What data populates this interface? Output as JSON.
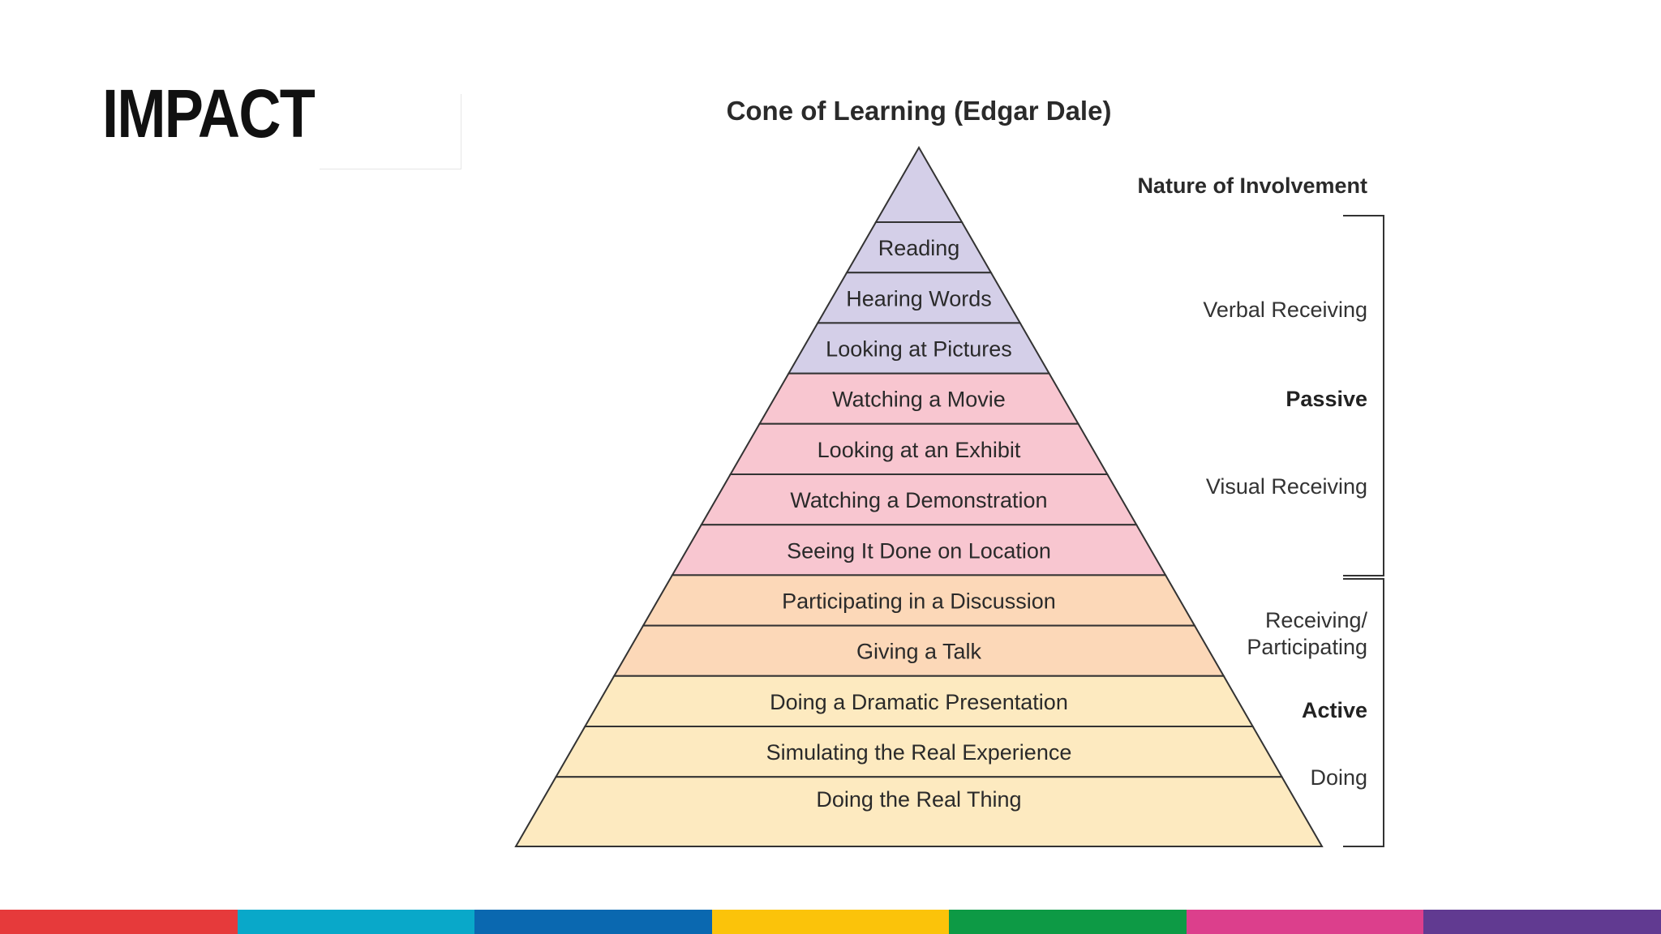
{
  "slide": {
    "title": "IMPACT"
  },
  "diagram": {
    "title": "Cone of Learning (Edgar Dale)",
    "involvement_header": "Nature of Involvement",
    "levels": [
      {
        "label": "Reading",
        "color": "#d4cfe8"
      },
      {
        "label": "Hearing Words",
        "color": "#d4cfe8"
      },
      {
        "label": "Looking at Pictures",
        "color": "#d4cfe8"
      },
      {
        "label": "Watching a Movie",
        "color": "#f8c6d0"
      },
      {
        "label": "Looking at an Exhibit",
        "color": "#f8c6d0"
      },
      {
        "label": "Watching a Demonstration",
        "color": "#f8c6d0"
      },
      {
        "label": "Seeing It Done on Location",
        "color": "#f8c6d0"
      },
      {
        "label": "Participating in a Discussion",
        "color": "#fcd8b8"
      },
      {
        "label": "Giving a Talk",
        "color": "#fcd8b8"
      },
      {
        "label": "Doing a Dramatic Presentation",
        "color": "#fdeac0"
      },
      {
        "label": "Simulating the Real Experience",
        "color": "#fdeac0"
      },
      {
        "label": "Doing the Real Thing",
        "color": "#fdeac0"
      }
    ],
    "apex_color": "#d4cfe8",
    "groups": {
      "verbal": "Verbal Receiving",
      "passive": "Passive",
      "visual": "Visual Receiving",
      "receiving_line1": "Receiving/",
      "receiving_line2": "Participating",
      "active": "Active",
      "doing": "Doing"
    }
  },
  "color_bar": [
    "#e63a3b",
    "#09a8c9",
    "#0a68b0",
    "#fbc30a",
    "#0d9a45",
    "#dc3f8c",
    "#613a91"
  ]
}
